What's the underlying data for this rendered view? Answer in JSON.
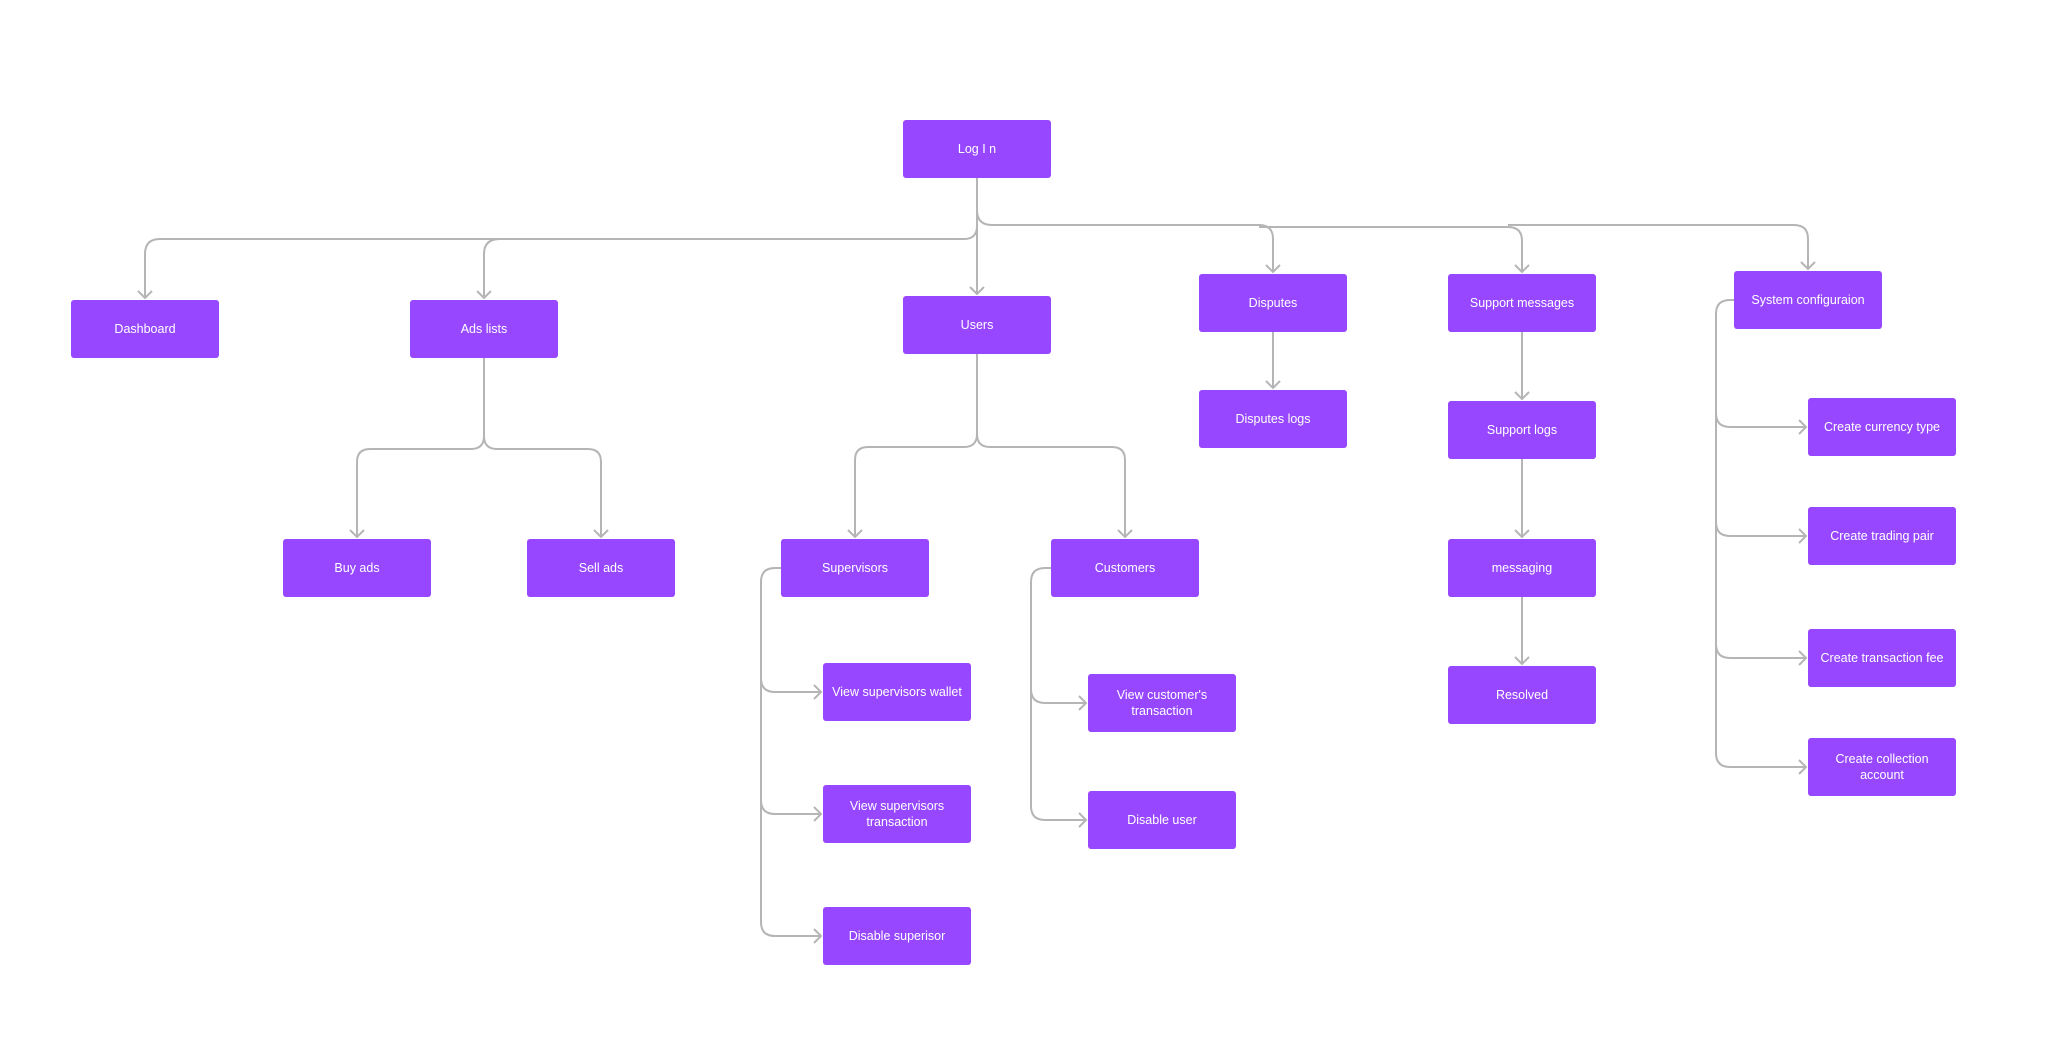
{
  "colors": {
    "node": "#9747ff",
    "edge": "#b5b5b5",
    "background": "#ffffff"
  },
  "nodes": {
    "login": "Log I n",
    "dashboard": "Dashboard",
    "ads_lists": "Ads lists",
    "users": "Users",
    "disputes": "Disputes",
    "support_messages": "Support messages",
    "system_configuration": "System configuraion",
    "buy_ads": "Buy ads",
    "sell_ads": "Sell ads",
    "supervisors": "Supervisors",
    "customers": "Customers",
    "disputes_logs": "Disputes logs",
    "support_logs": "Support logs",
    "messaging": "messaging",
    "resolved": "Resolved",
    "view_supervisors_wallet": "View supervisors wallet",
    "view_supervisors_transaction": "View supervisors transaction",
    "disable_superisor": "Disable superisor",
    "view_customers_transaction": "View customer's transaction",
    "disable_user": "Disable user",
    "create_currency_type": "Create currency type",
    "create_trading_pair": "Create trading pair",
    "create_transaction_fee": "Create transaction fee",
    "create_collection_account": "Create collection account"
  }
}
